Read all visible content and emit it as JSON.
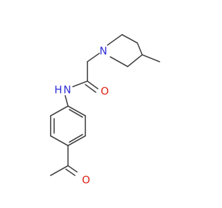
{
  "molecule": {
    "atoms": {
      "n_piperidine": "N",
      "o_amide": "O",
      "n_amide": "N",
      "h_amide": "H",
      "o_ketone": "O"
    },
    "colors": {
      "bond": "#404040",
      "nitrogen": "#2d2dd6",
      "oxygen": "#e0261c",
      "background": "#ffffff"
    }
  }
}
